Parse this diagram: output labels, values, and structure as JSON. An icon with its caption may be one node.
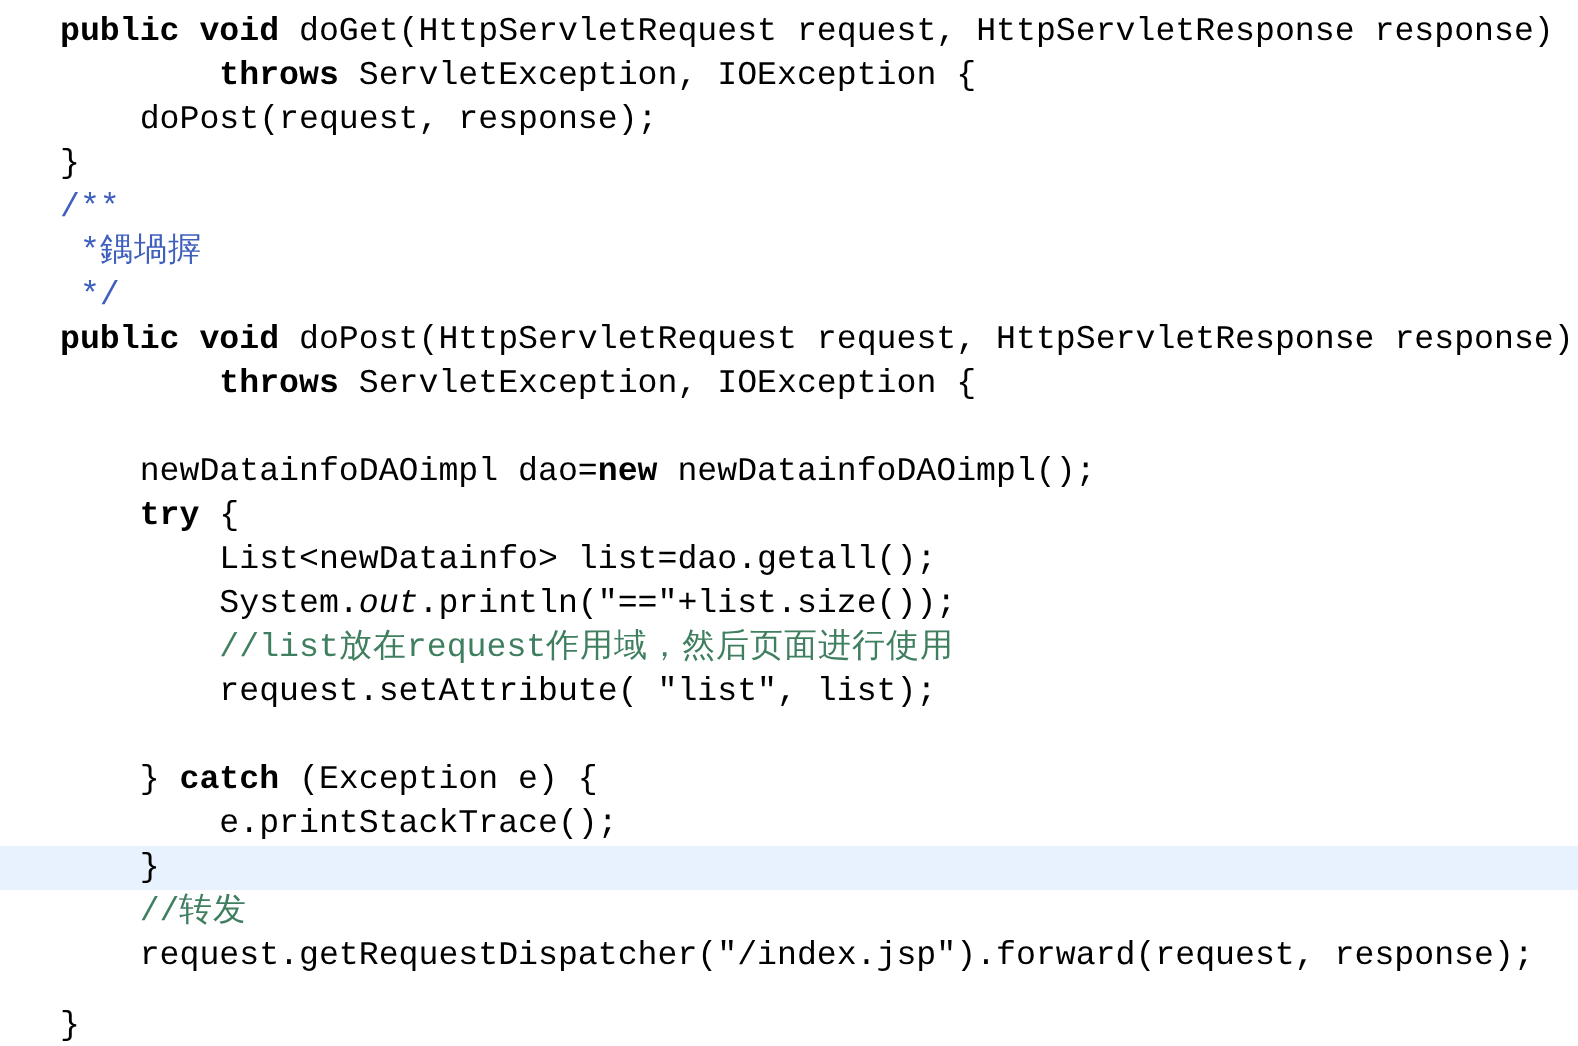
{
  "diagram": {
    "labels": [
      "**public** **void** doGet(HttpServletRequest request, HttpServletResponse response)",
      "**throws** ServletException, IOException {",
      "doPost(request, response);",
      "}",
      "/**",
      "*鍝堝搱",
      "*/",
      "**public** **void** doPost(HttpServletRequest request, HttpServletResponse response)",
      "**throws** ServletException, IOException {",
      "newDatainfoDAOimpl dao=**new** newDatainfoDAOimpl();",
      "**try** {",
      "List<newDatainfo> list=dao.getall();",
      "System.*out*.println(\"==\"+list.size());",
      "//list放在request作用域，然后页面进行使用",
      "request.setAttribute( \"list\", list);",
      "} **catch** (Exception e) {",
      "e.printStackTrace();",
      "}",
      "//转发",
      "request.getRequestDispatcher(\"/index.jsp\").forward(request, response);",
      "}"
    ]
  }
}
